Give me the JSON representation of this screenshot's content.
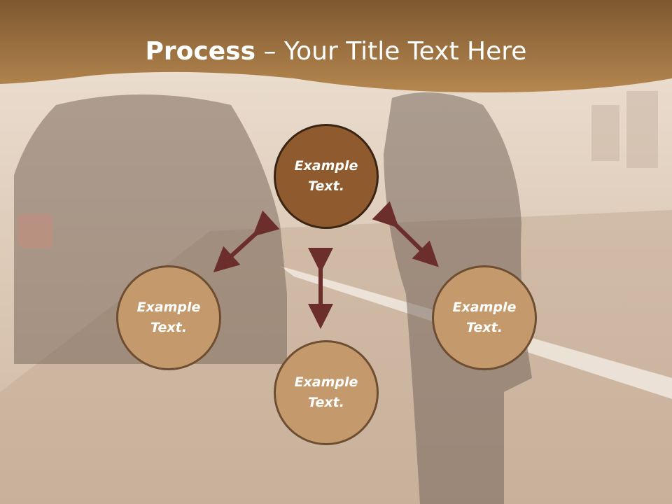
{
  "title": {
    "bold": "Process",
    "rest": " – Your Title Text Here"
  },
  "colors": {
    "header": "#9a6b3e",
    "header_light": "#b88a57",
    "node_center": "#8f5a2e",
    "node_outer": "#c49a6c",
    "arrow": "#6b2e2a",
    "background": "#e6d8c8"
  },
  "nodes": [
    {
      "id": "top",
      "text": "Example\nText."
    },
    {
      "id": "left",
      "text": "Example\nText."
    },
    {
      "id": "right",
      "text": "Example\nText."
    },
    {
      "id": "bottom",
      "text": "Example\nText."
    }
  ]
}
